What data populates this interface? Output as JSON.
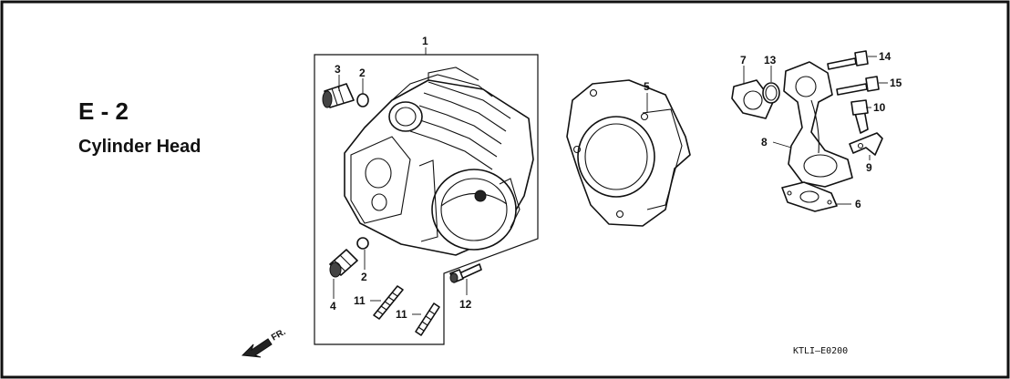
{
  "header": {
    "section_code": "E - 2",
    "section_title": "Cylinder Head"
  },
  "reference_code": "KTLI–E0200",
  "direction_marker": "FR.",
  "callouts": {
    "c1": "1",
    "c2a": "2",
    "c3": "3",
    "c2b": "2",
    "c4": "4",
    "c11a": "11",
    "c11b": "11",
    "c12": "12",
    "c5": "5",
    "c7": "7",
    "c13": "13",
    "c14": "14",
    "c15": "15",
    "c10": "10",
    "c8": "8",
    "c9": "9",
    "c6": "6"
  }
}
